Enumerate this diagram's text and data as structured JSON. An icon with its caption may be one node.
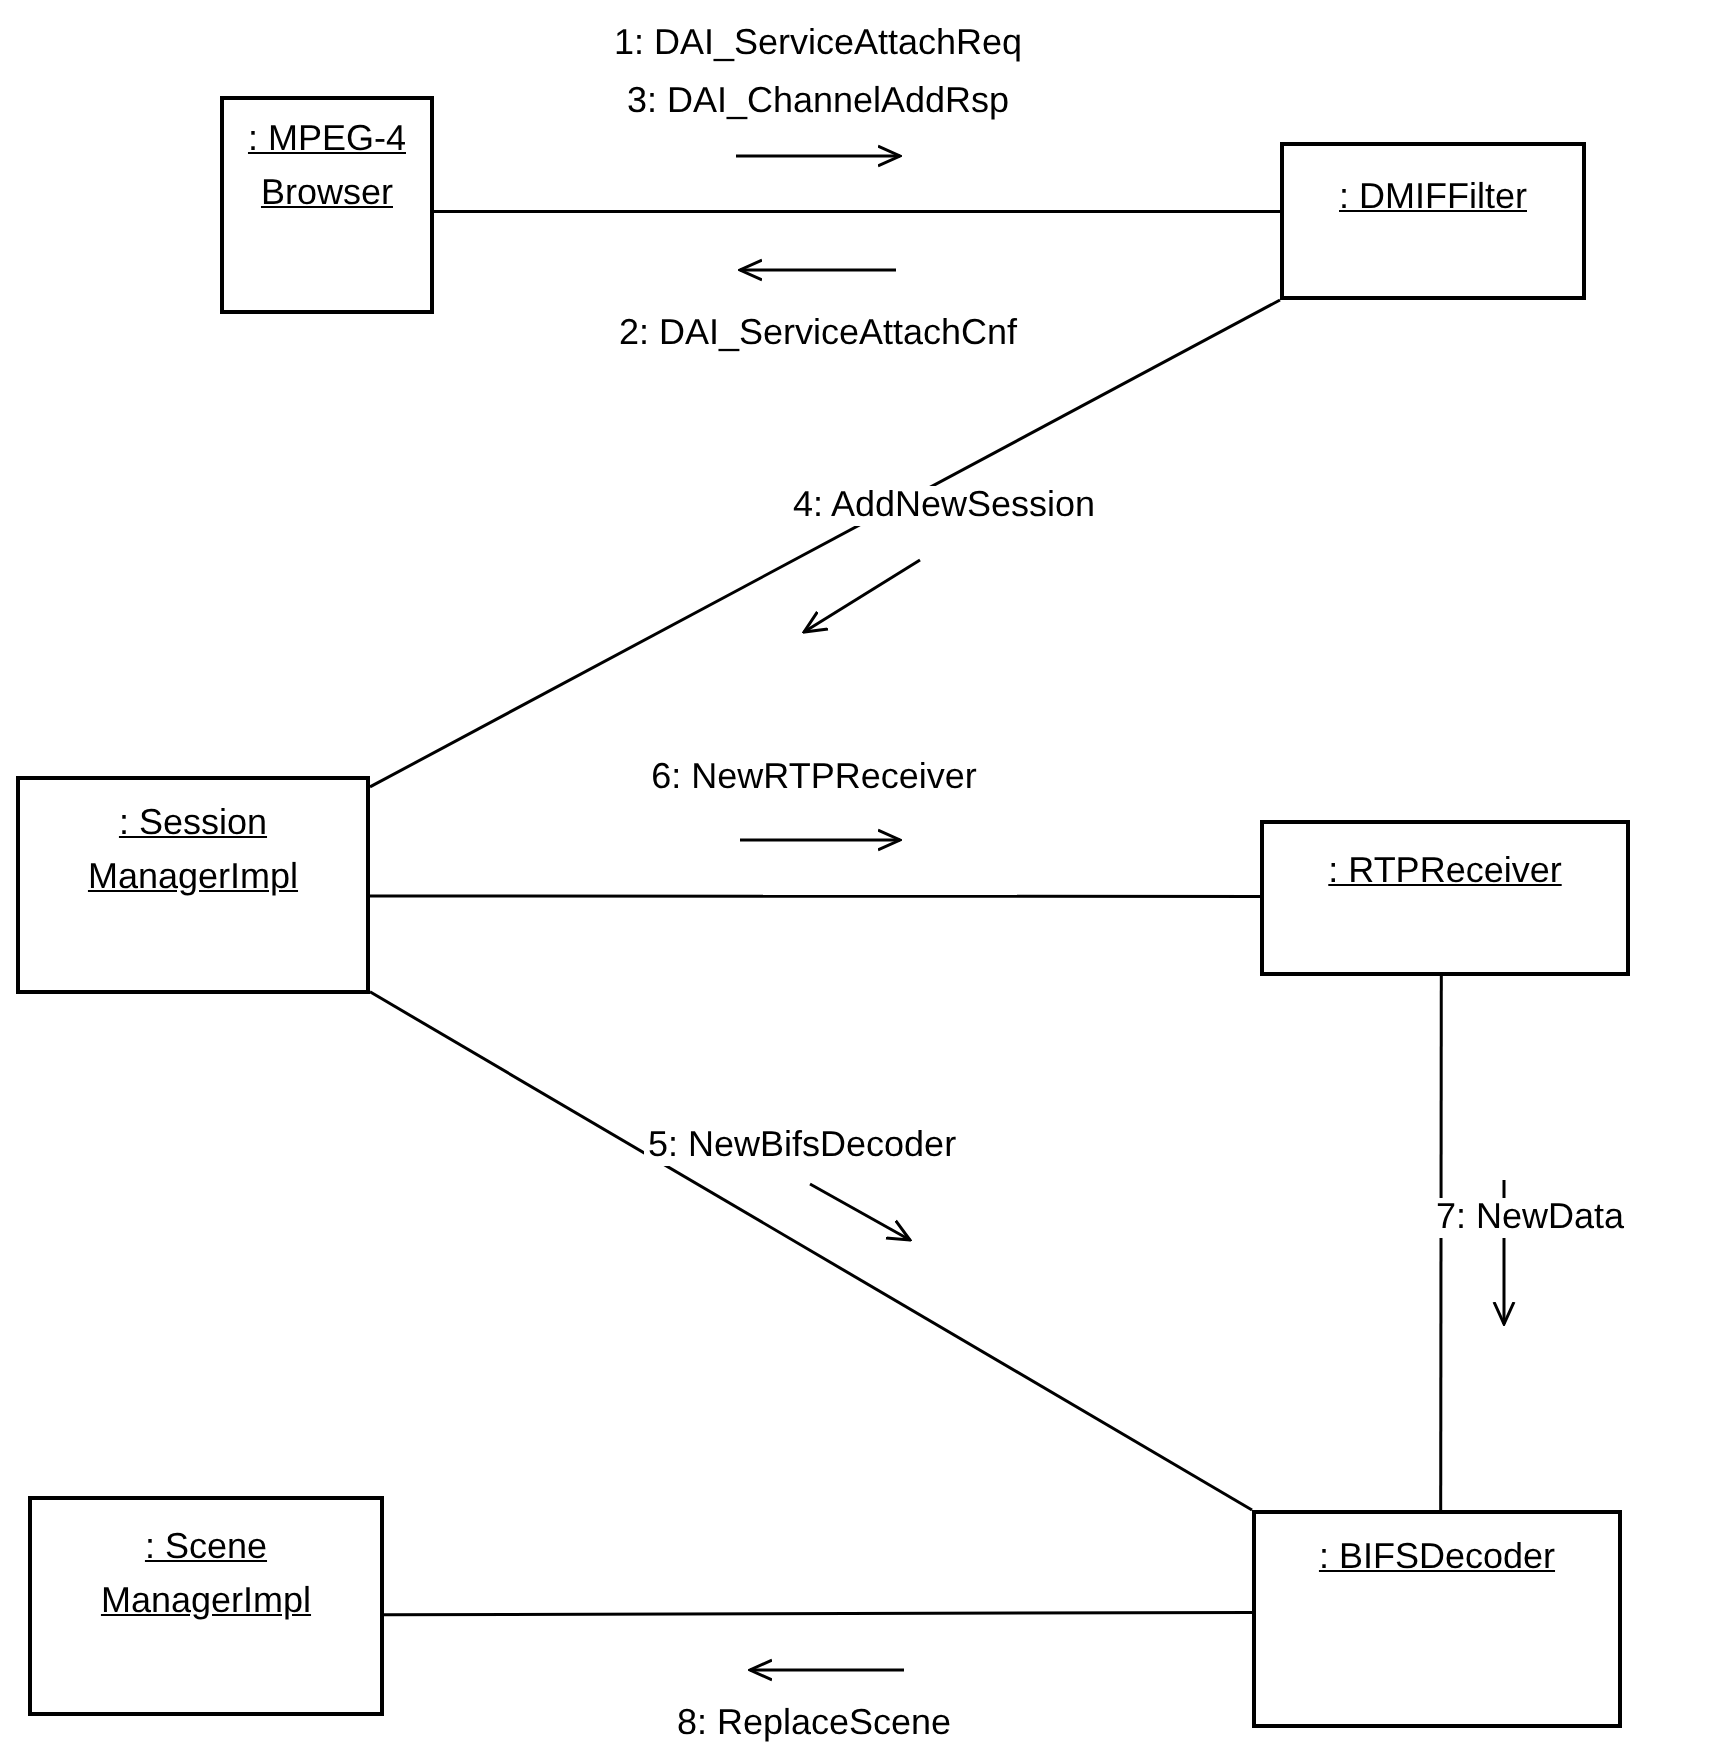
{
  "diagram": {
    "nodes": [
      {
        "text": [
          ": MPEG-4 Browser"
        ]
      },
      {
        "text": [
          ": DMIFFilter"
        ]
      },
      {
        "text": [
          ": Session ManagerImpl"
        ]
      },
      {
        "text": [
          ": RTPReceiver"
        ]
      },
      {
        "text": [
          ": Scene ManagerImpl"
        ]
      },
      {
        "text": [
          ": BIFSDecoder"
        ]
      }
    ],
    "edges": [
      {
        "from": 0,
        "to": 1,
        "arrow": "none"
      },
      {
        "from": 1,
        "to": 2,
        "arrow": "none"
      },
      {
        "from": 2,
        "to": 3,
        "arrow": "none"
      },
      {
        "from": 2,
        "to": 5,
        "arrow": "none"
      },
      {
        "from": 3,
        "to": 5,
        "arrow": "none"
      },
      {
        "from": 5,
        "to": 4,
        "arrow": "none"
      }
    ],
    "labels": [
      "1: DAI_ServiceAttachReq",
      "3: DAI_ChannelAddRsp",
      "2: DAI_ServiceAttachCnf",
      "4: AddNewSession",
      "6: NewRTPReceiver",
      "5: NewBifsDecoder",
      "7: NewData",
      "8: ReplaceScene"
    ]
  }
}
